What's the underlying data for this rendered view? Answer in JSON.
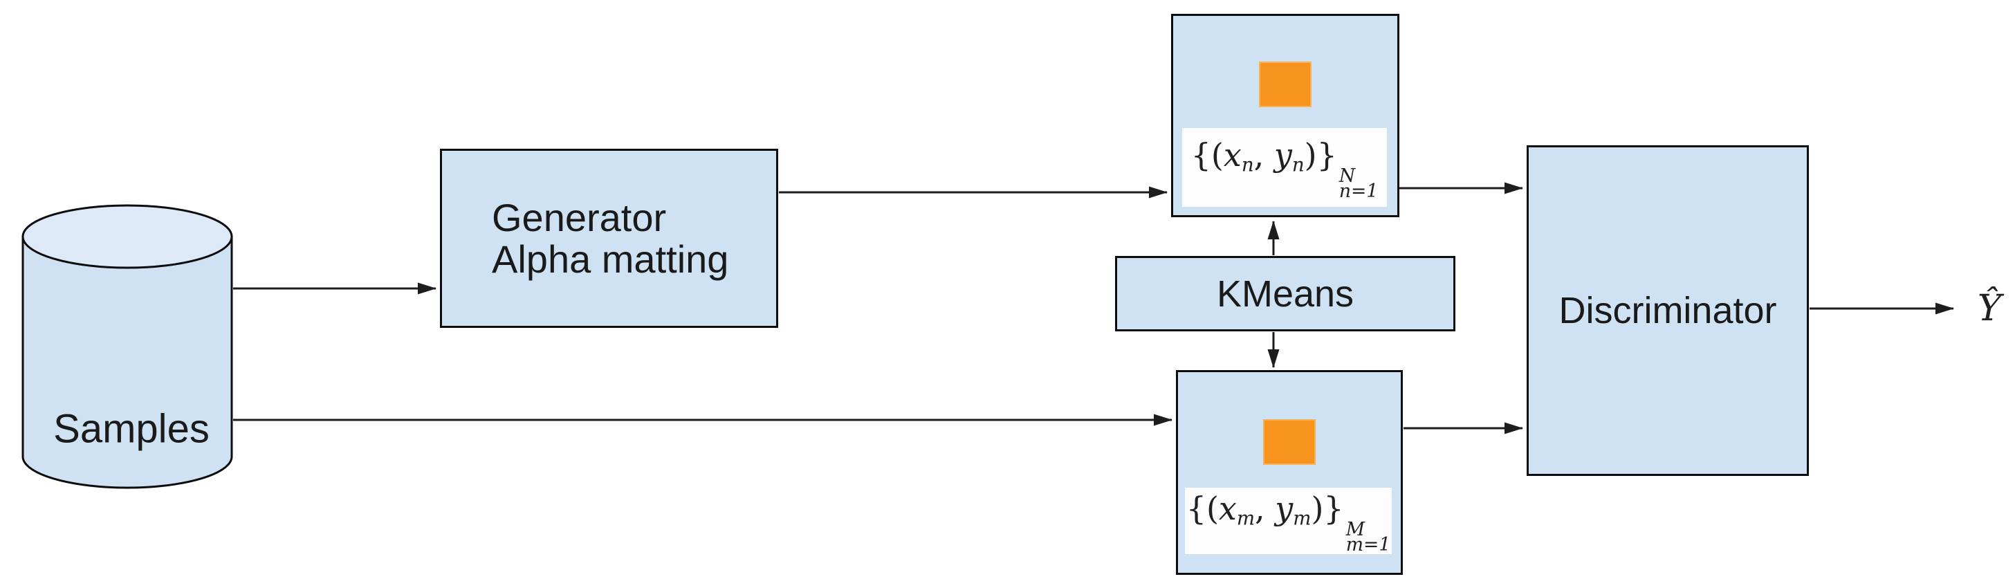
{
  "diagram": {
    "colors": {
      "node_fill": "#cfe2f3",
      "cylinder_top_fill": "#dde9f6",
      "border": "#0d0d0d",
      "arrow": "#1d1d1d",
      "swatch_orange": "#f7941d",
      "formula_background": "#fdfdfd",
      "text": "#1a1a1a"
    },
    "nodes": {
      "samples": {
        "shape": "cylinder",
        "label": "Samples"
      },
      "generator": {
        "shape": "rect",
        "lines": [
          "Generator",
          "Alpha matting"
        ]
      },
      "set_n": {
        "shape": "rect",
        "icon": "orange-square",
        "formula": {
          "text": "{(x_n, y_n)}_{n=1}^N",
          "open": "{(",
          "var1": "x",
          "sub1": "n",
          "sep": ", ",
          "var2": "y",
          "sub2": "n",
          "close": ")}",
          "sup": "N",
          "limit": "n=1"
        }
      },
      "kmeans": {
        "shape": "rect",
        "label": "KMeans"
      },
      "set_m": {
        "shape": "rect",
        "icon": "orange-square",
        "formula": {
          "text": "{(x_m, y_m)}_{m=1}^M",
          "open": "{(",
          "var1": "x",
          "sub1": "m",
          "sep": ", ",
          "var2": "y",
          "sub2": "m",
          "close": ")}",
          "sup": "M",
          "limit": "m=1"
        }
      },
      "discriminator": {
        "shape": "rect",
        "label": "Discriminator"
      },
      "output": {
        "label": "Ŷ"
      }
    },
    "edges": [
      {
        "from": "samples",
        "to": "generator"
      },
      {
        "from": "generator",
        "to": "set_n"
      },
      {
        "from": "samples",
        "to": "set_m"
      },
      {
        "from": "kmeans",
        "to": "set_n"
      },
      {
        "from": "kmeans",
        "to": "set_m"
      },
      {
        "from": "set_n",
        "to": "discriminator"
      },
      {
        "from": "set_m",
        "to": "discriminator"
      },
      {
        "from": "discriminator",
        "to": "output"
      }
    ]
  }
}
